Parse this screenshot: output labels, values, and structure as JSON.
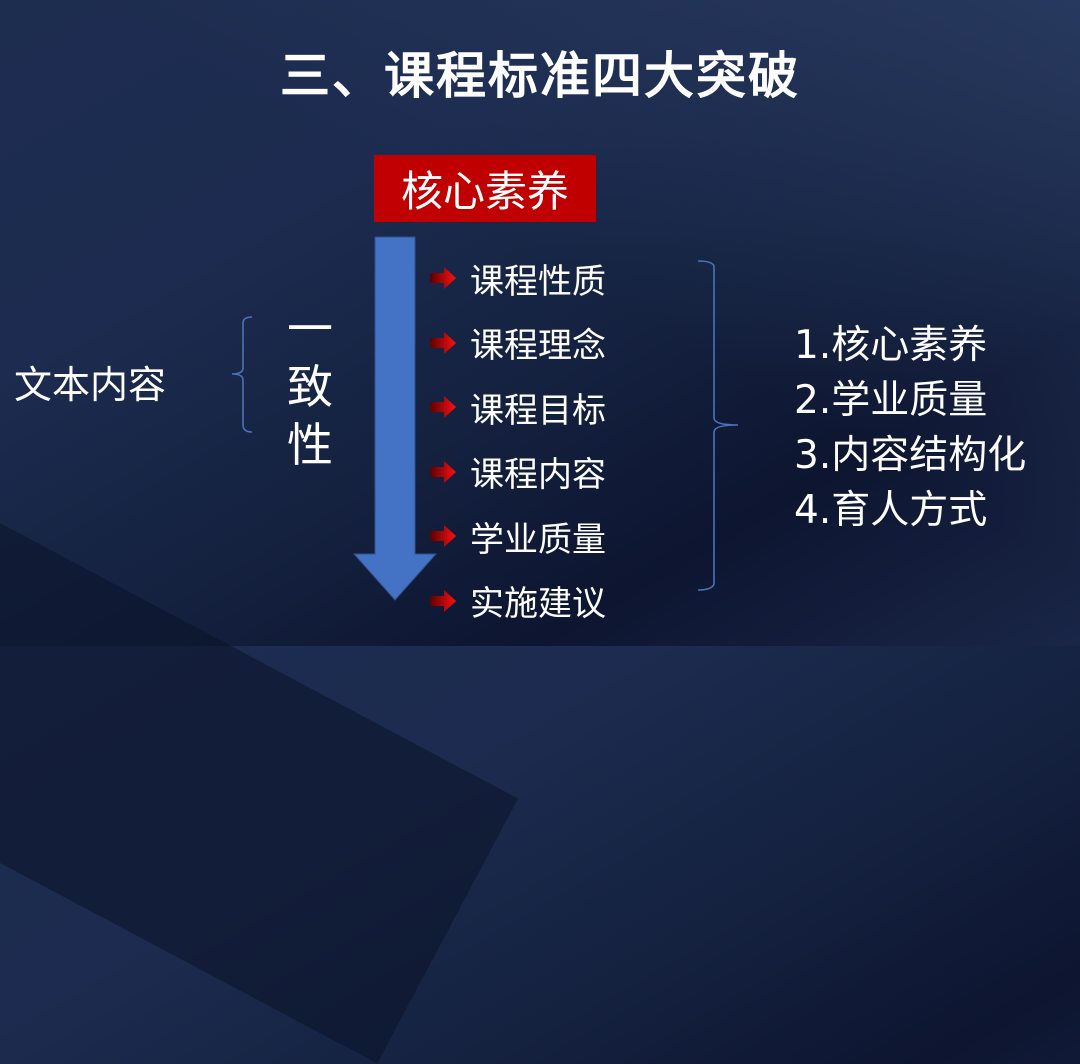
{
  "slide": {
    "title": "三、课程标准四大突破",
    "core_box": "核心素养",
    "left_label": "文本内容",
    "vertical_text": [
      "一",
      "致",
      "性"
    ],
    "items": [
      {
        "label": "课程性质"
      },
      {
        "label": "课程理念"
      },
      {
        "label": "课程目标"
      },
      {
        "label": "课程内容"
      },
      {
        "label": "学业质量"
      },
      {
        "label": "实施建议"
      }
    ],
    "breakthroughs": [
      "1.核心素养",
      "2.学业质量",
      "3.内容结构化",
      "4.育人方式"
    ],
    "colors": {
      "core_box_bg": "#C00000",
      "arrow_blue": "#4472C4",
      "bullet_red": "#E00000",
      "brace": "#4A72B8"
    },
    "icons": {
      "bullet": "red-right-arrow-icon",
      "flow": "blue-down-arrow-icon"
    }
  }
}
